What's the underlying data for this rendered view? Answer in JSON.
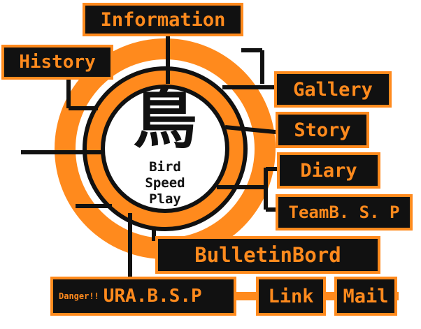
{
  "logo": {
    "kanji": "鳥",
    "lines": [
      "Bird",
      "Speed",
      "Play"
    ]
  },
  "nav": {
    "information": "Information",
    "history": "History",
    "gallery": "Gallery",
    "story": "Story",
    "diary": "Diary",
    "team": "TeamB. S. P",
    "bulletin": "BulletinBord",
    "danger": "Danger!!",
    "ura": "URA.B.S.P",
    "link": "Link",
    "mail": "Mail"
  },
  "colors": {
    "orange": "#ff8a1d",
    "black": "#111111",
    "white": "#ffffff"
  }
}
